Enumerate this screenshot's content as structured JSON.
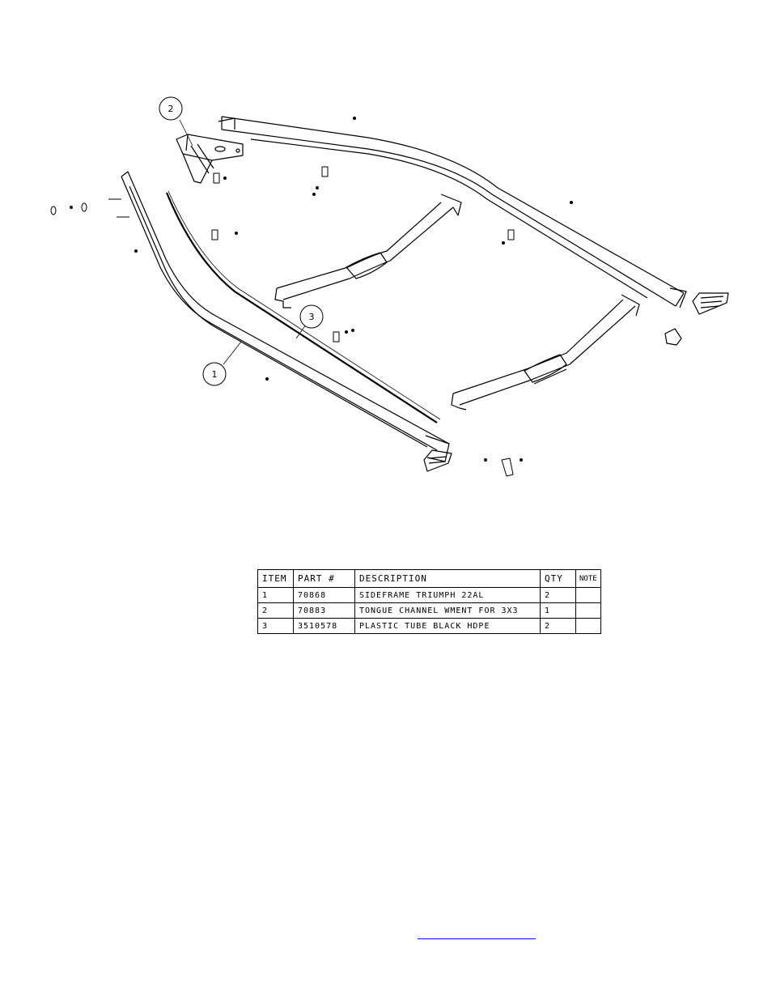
{
  "callouts": [
    {
      "label": "1"
    },
    {
      "label": "2"
    },
    {
      "label": "3"
    }
  ],
  "bom": {
    "headers": [
      "ITEM",
      "PART #",
      "DESCRIPTION",
      "QTY",
      "NOTE"
    ],
    "rows": [
      {
        "item": "1",
        "part": "70868",
        "description": "SIDEFRAME TRIUMPH 22AL",
        "qty": "2",
        "note": ""
      },
      {
        "item": "2",
        "part": "70883",
        "description": "TONGUE CHANNEL WMENT FOR 3X3",
        "qty": "1",
        "note": ""
      },
      {
        "item": "3",
        "part": "3510578",
        "description": "PLASTIC TUBE BLACK HDPE",
        "qty": "2",
        "note": ""
      }
    ]
  },
  "colors": {
    "line": "#000000",
    "link": "#0000ee"
  }
}
